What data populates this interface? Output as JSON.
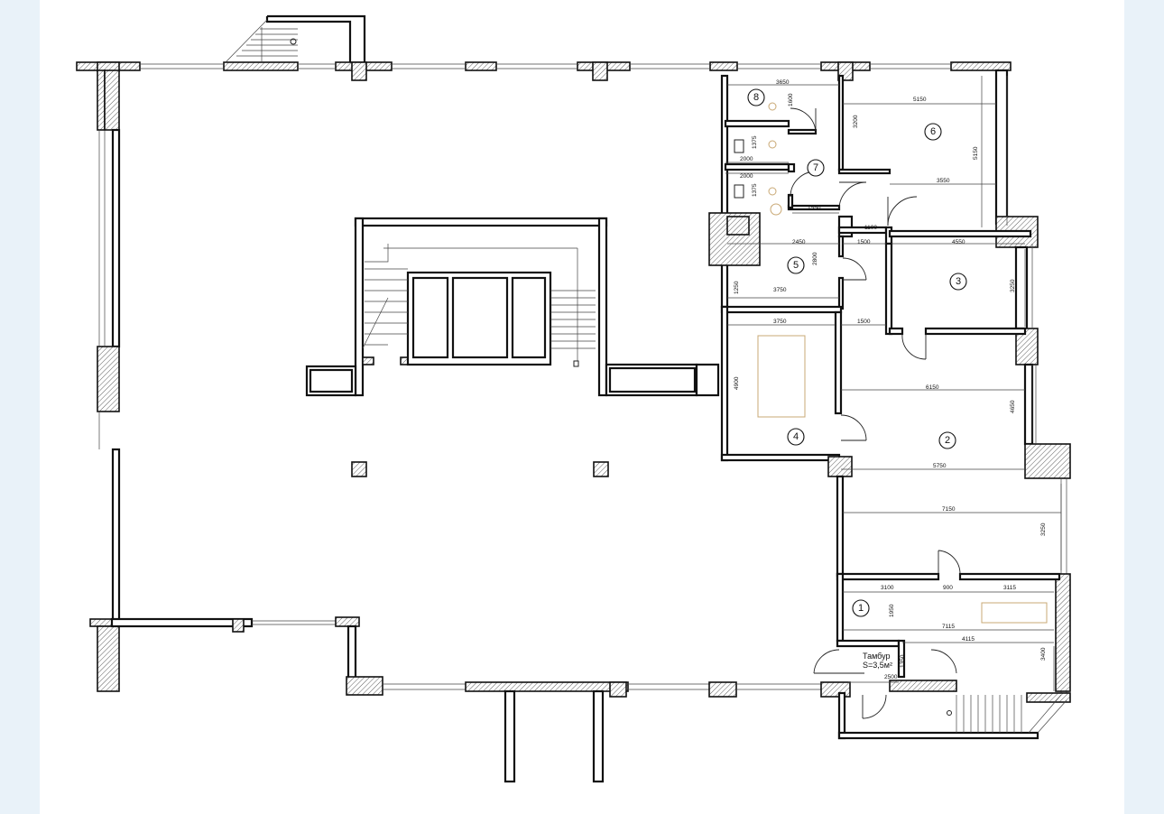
{
  "rooms": [
    {
      "id": "room-1",
      "number": "1"
    },
    {
      "id": "room-2",
      "number": "2"
    },
    {
      "id": "room-3",
      "number": "3"
    },
    {
      "id": "room-4",
      "number": "4"
    },
    {
      "id": "room-5",
      "number": "5"
    },
    {
      "id": "room-6",
      "number": "6"
    },
    {
      "id": "room-7",
      "number": "7"
    },
    {
      "id": "room-8",
      "number": "8"
    }
  ],
  "vestibule": {
    "name": "Тамбур",
    "area": "S=3,5м²"
  },
  "dimensions": {
    "d3650": "3650",
    "d1600": "1600",
    "d5150a": "5150",
    "d3200": "3200",
    "d5150b": "5150",
    "d3550": "3550",
    "d1375a": "1375",
    "d2000a": "2000",
    "d2000b": "2000",
    "d1375b": "1375",
    "d1550": "1550",
    "d1100": "1100",
    "d2450": "2450",
    "d1500a": "1500",
    "d4550": "4550",
    "d2800": "2800",
    "d3250a": "3250",
    "d1250": "1250",
    "d3750a": "3750",
    "d3750b": "3750",
    "d1500b": "1500",
    "d4900": "4900",
    "d6150": "6150",
    "d4650": "4650",
    "d5750": "5750",
    "d7150": "7150",
    "d3250b": "3250",
    "d3100": "3100",
    "d900": "900",
    "d3115": "3115",
    "d1950": "1950",
    "d7115": "7115",
    "d4115": "4115",
    "d1350": "1350",
    "d3400": "3400",
    "d2500": "2500"
  }
}
